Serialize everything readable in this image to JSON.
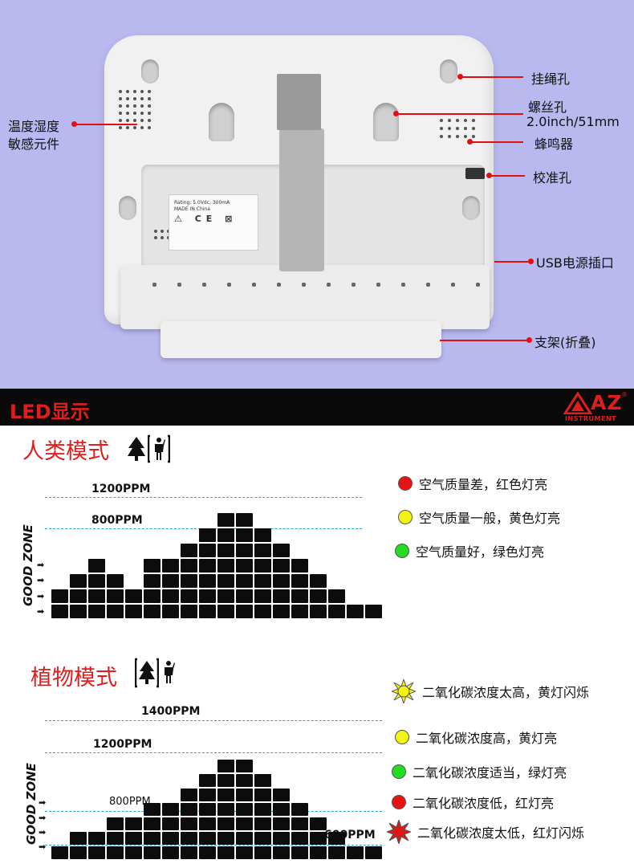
{
  "photo": {
    "callouts": {
      "lanyard_hole": "挂绳孔",
      "screw_hole": "螺丝孔",
      "screw_size": "2.0inch/51mm",
      "buzzer": "蜂鸣器",
      "calibration_hole": "校准孔",
      "usb_port": "USB电源插口",
      "stand": "支架(折叠)",
      "sensor_line1": "温度湿度",
      "sensor_line2": "敏感元件"
    },
    "plate": {
      "rating": "Rating: 5.0Vdc, 300mA",
      "made_in": "MADE IN China",
      "symbols": "⚠ CE ⊠"
    }
  },
  "led_section": {
    "title": "LED显示",
    "logo_text": "AZ",
    "logo_sub": "INSTRUMENT",
    "logo_reg": "®"
  },
  "human_mode": {
    "title": "人类模式",
    "good_zone": "GOOD ZONE",
    "levels": {
      "high": "1200PPM",
      "mid": "800PPM"
    },
    "legend": [
      {
        "color": "red",
        "text": "空气质量差，红色灯亮"
      },
      {
        "color": "yellow",
        "text": "空气质量一般，黄色灯亮"
      },
      {
        "color": "green",
        "text": "空气质量好，绿色灯亮"
      }
    ],
    "column_heights": [
      2,
      3,
      4,
      3,
      2,
      4,
      4,
      5,
      6,
      7,
      7,
      6,
      5,
      4,
      3,
      2,
      1,
      1
    ]
  },
  "plant_mode": {
    "title": "植物模式",
    "good_zone": "GOOD ZONE",
    "levels": {
      "top": "1400PPM",
      "high": "1200PPM",
      "mid": "800PPM",
      "low": "600PPM"
    },
    "legend": [
      {
        "color": "yellow-flash",
        "text": "二氧化碳浓度太高，黄灯闪烁"
      },
      {
        "color": "yellow",
        "text": "二氧化碳浓度高，黄灯亮"
      },
      {
        "color": "green",
        "text": "二氧化碳浓度适当，绿灯亮"
      },
      {
        "color": "red",
        "text": "二氧化碳浓度低，红灯亮"
      },
      {
        "color": "red-flash",
        "text": "二氧化碳浓度太低，红灯闪烁"
      }
    ],
    "column_heights": [
      1,
      2,
      2,
      3,
      3,
      4,
      4,
      5,
      6,
      7,
      7,
      6,
      5,
      4,
      3,
      2,
      1,
      1
    ]
  },
  "colors": {
    "accent_red": "#e01e1e",
    "background_purple": "#b9b9f0",
    "dash_line": "#22a8d0"
  }
}
